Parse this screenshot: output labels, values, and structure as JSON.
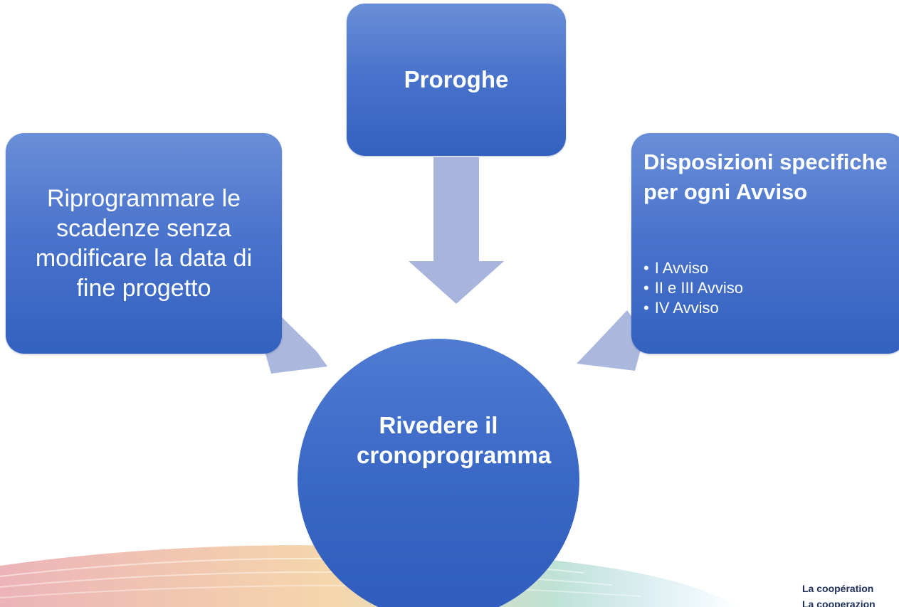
{
  "diagram": {
    "center": {
      "label": "Rivedere il cronoprogramma"
    },
    "top": {
      "label": "Proroghe"
    },
    "left": {
      "label": "Riprogrammare le scadenze senza modificare la data di fine progetto"
    },
    "right": {
      "title": "Disposizioni specifiche per ogni Avviso",
      "items": [
        "I Avviso",
        "II e III Avviso",
        "IV Avviso"
      ]
    }
  },
  "footer": {
    "line1": "La coopération",
    "line2": "La cooperazion"
  },
  "colors": {
    "box": "#4a74cc",
    "arrow": "#a7b4dc",
    "footer_text": "#1c2f5a"
  }
}
